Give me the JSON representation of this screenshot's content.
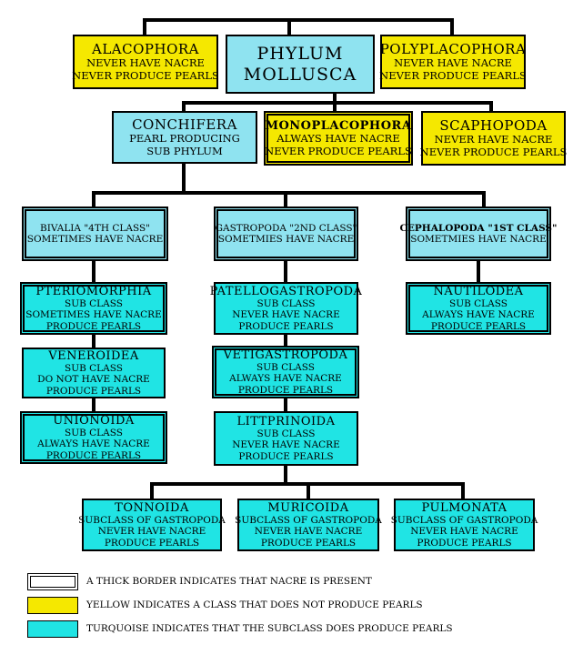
{
  "boxes": {
    "alacophora": {
      "title": "ALACOPHORA",
      "l1": "NEVER HAVE NACRE",
      "l2": "NEVER PRODUCE PEARLS"
    },
    "mollusca": {
      "l1": "PHYLUM",
      "l2": "MOLLUSCA"
    },
    "polyplacophora": {
      "title": "POLYPLACOPHORA",
      "l1": "NEVER HAVE NACRE",
      "l2": "NEVER PRODUCE PEARLS"
    },
    "conchifera": {
      "title": "CONCHIFERA",
      "l1": "PEARL PRODUCING",
      "l2": "SUB PHYLUM"
    },
    "monoplacophora": {
      "title": "MONOPLACOPHORA",
      "l1": "ALWAYS HAVE NACRE",
      "l2": "NEVER PRODUCE PEARLS"
    },
    "scaphopoda": {
      "title": "SCAPHOPODA",
      "l1": "NEVER HAVE NACRE",
      "l2": "NEVER PRODUCE PEARLS"
    },
    "bivalia": {
      "title": "BIVALIA \"4TH CLASS\"",
      "l1": "SOMETIMES HAVE NACRE"
    },
    "gastropoda": {
      "title": "GASTROPODA \"2ND CLASS\"",
      "l1": "SOMETMIES HAVE NACRE"
    },
    "cephalopoda": {
      "title": "CEPHALOPODA \"1ST CLASS\"",
      "l1": "SOMETMIES HAVE NACRE"
    },
    "pteriomorphia": {
      "title": "PTERIOMORPHIA",
      "l1": "SUB CLASS",
      "l2": "SOMETIMES HAVE NACRE",
      "l3": "PRODUCE PEARLS"
    },
    "veneroidea": {
      "title": "VENEROIDEA",
      "l1": "SUB CLASS",
      "l2": "DO NOT HAVE NACRE",
      "l3": "PRODUCE PEARLS"
    },
    "unionoida": {
      "title": "UNIONOIDA",
      "l1": "SUB CLASS",
      "l2": "ALWAYS HAVE NACRE",
      "l3": "PRODUCE PEARLS"
    },
    "patellogastropoda": {
      "title": "PATELLOGASTROPODA",
      "l1": "SUB CLASS",
      "l2": "NEVER HAVE NACRE",
      "l3": "PRODUCE PEARLS"
    },
    "vetigastropoda": {
      "title": "VETIGASTROPODA",
      "l1": "SUB CLASS",
      "l2": "ALWAYS HAVE NACRE",
      "l3": "PRODUCE PEARLS"
    },
    "littprinoida": {
      "title": "LITTPRINOIDA",
      "l1": "SUB CLASS",
      "l2": "NEVER HAVE NACRE",
      "l3": "PRODUCE PEARLS"
    },
    "nautilodea": {
      "title": "NAUTILODEA",
      "l1": "SUB CLASS",
      "l2": "ALWAYS HAVE NACRE",
      "l3": "PRODUCE PEARLS"
    },
    "tonnoida": {
      "title": "TONNOIDA",
      "l1": "SUBCLASS OF GASTROPODA",
      "l2": "NEVER HAVE NACRE",
      "l3": "PRODUCE PEARLS"
    },
    "muricoida": {
      "title": "MURICOIDA",
      "l1": "SUBCLASS OF GASTROPODA",
      "l2": "NEVER HAVE NACRE",
      "l3": "PRODUCE PEARLS"
    },
    "pulmonata": {
      "title": "PULMONATA",
      "l1": "SUBCLASS OF GASTROPODA",
      "l2": "NEVER HAVE NACRE",
      "l3": "PRODUCE PEARLS"
    }
  },
  "legend": {
    "thick": "A THICK BORDER INDICATES THAT NACRE IS PRESENT",
    "yellow": "YELLOW INDICATES A CLASS THAT DOES NOT PRODUCE PEARLS",
    "turquoise": "TURQUOISE INDICATES THAT THE SUBCLASS DOES PRODUCE PEARLS"
  },
  "colors": {
    "yellow": "#f5e800",
    "turquoise": "#20e4e4",
    "light_blue": "#8fe3f0"
  }
}
